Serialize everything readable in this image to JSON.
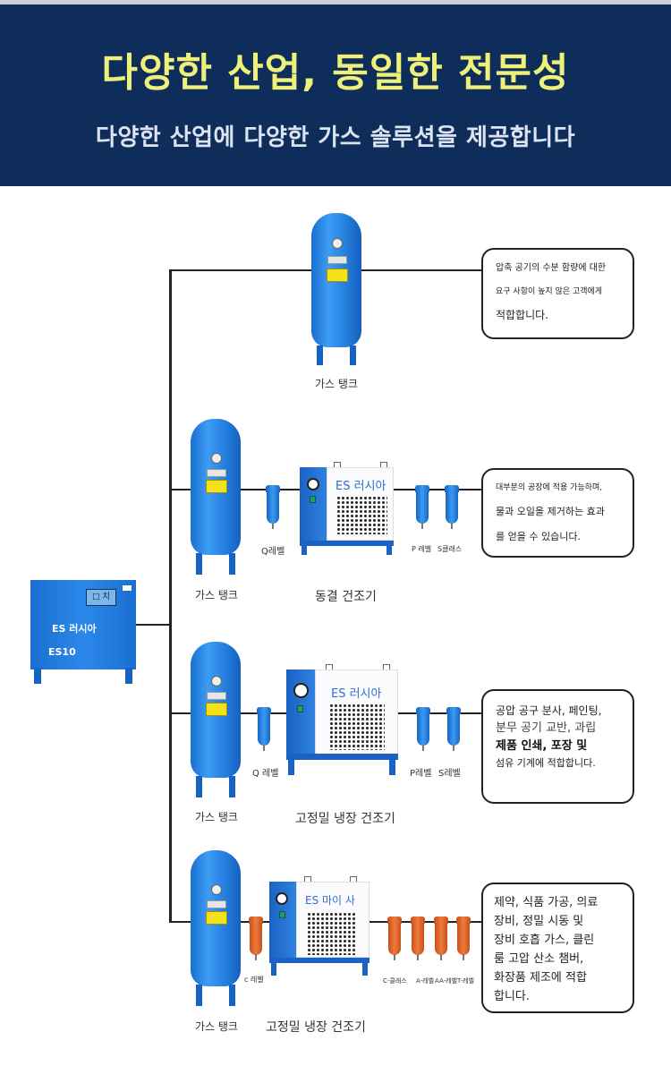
{
  "header": {
    "title": "다양한 산업, 동일한 전문성",
    "subtitle": "다양한 산업에 다양한 가스 솔루션을 제공합니다"
  },
  "colors": {
    "header_bg": "#0f2d5a",
    "title": "#eef07a",
    "subtitle": "#dce4f2",
    "equipment_blue": "#2a86e6",
    "filter_orange": "#e46a2e",
    "line": "#222222"
  },
  "compressor": {
    "brand": "ES 러시아",
    "model": "ES10",
    "display": "□ 치"
  },
  "rows": [
    {
      "tank_label": "가스 탱크",
      "callout": [
        "압축 공기의 수분 함량에 대한",
        "요구 사항이 높지 않은 고객에게",
        "적합합니다."
      ]
    },
    {
      "tank_label": "가스 탱크",
      "pre_filter": "Q레벨",
      "dryer_brand": "ES 러시아",
      "dryer_label": "동결 건조기",
      "post_filters": [
        "P 레벨",
        "S클래스"
      ],
      "callout": [
        "대부분의 공장에 적용 가능하며,",
        "물과 오일을 제거하는 효과",
        "를 얻을 수 있습니다."
      ]
    },
    {
      "tank_label": "가스 탱크",
      "pre_filter": "Q 레벨",
      "dryer_brand": "ES 러시아",
      "dryer_label": "고정밀 냉장 건조기",
      "post_filters": [
        "P레벨",
        "S레벨"
      ],
      "callout": [
        "공압 공구 분사, 페인팅,",
        "분무 공기 교반, 과립",
        "제품 인쇄, 포장 및",
        "섬유 기계에 적합합니다."
      ]
    },
    {
      "tank_label": "가스 탱크",
      "pre_filter": "c 레벨",
      "dryer_brand": "ES 마이 사",
      "dryer_label": "고정밀 냉장 건조기",
      "post_filters": [
        "C-클래스",
        "A-레벨",
        "AA-레벨",
        "T-레벨"
      ],
      "callout": [
        "제약, 식품 가공, 의료",
        "장비, 정밀 시동 및",
        "장비 호흡 가스, 클린",
        "룸 고압 산소 챔버,",
        "화장품 제조에 적합",
        "합니다."
      ]
    }
  ]
}
